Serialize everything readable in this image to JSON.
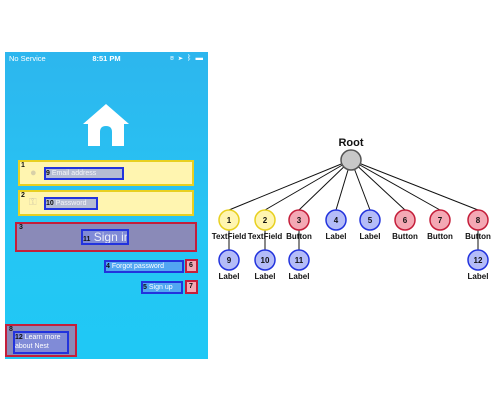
{
  "status_bar": {
    "carrier": "No Service",
    "time": "8:51 PM"
  },
  "overlay": {
    "box1": {
      "number": "1",
      "child": {
        "number": "9",
        "text": "Email address"
      }
    },
    "box2": {
      "number": "2",
      "child": {
        "number": "10",
        "text": "Password"
      }
    },
    "box3": {
      "number": "3",
      "child": {
        "number": "11",
        "text": "Sign in"
      }
    },
    "box6": {
      "number": "6",
      "child": {
        "number": "4",
        "text": "Forgot password"
      }
    },
    "box7": {
      "number": "7",
      "child": {
        "number": "5",
        "text": "Sign up"
      }
    },
    "box8": {
      "number": "8",
      "child": {
        "number": "12",
        "text": "Learn more about Nest"
      }
    }
  },
  "colors": {
    "textfield": "#fff5b0",
    "textfield_border": "#e8d020",
    "button": "#f4a8b4",
    "button_border": "#c41e3a",
    "label": "#b4bcf8",
    "label_border": "#2233dd",
    "root": "#c8c8c8"
  },
  "tree": {
    "root": "Root",
    "nodes": [
      {
        "id": "1",
        "type": "TextField"
      },
      {
        "id": "2",
        "type": "TextField"
      },
      {
        "id": "3",
        "type": "Button"
      },
      {
        "id": "4",
        "type": "Label"
      },
      {
        "id": "5",
        "type": "Label"
      },
      {
        "id": "6",
        "type": "Button"
      },
      {
        "id": "7",
        "type": "Button"
      },
      {
        "id": "8",
        "type": "Button"
      },
      {
        "id": "9",
        "type": "Label"
      },
      {
        "id": "10",
        "type": "Label"
      },
      {
        "id": "11",
        "type": "Label"
      },
      {
        "id": "12",
        "type": "Label"
      }
    ]
  }
}
